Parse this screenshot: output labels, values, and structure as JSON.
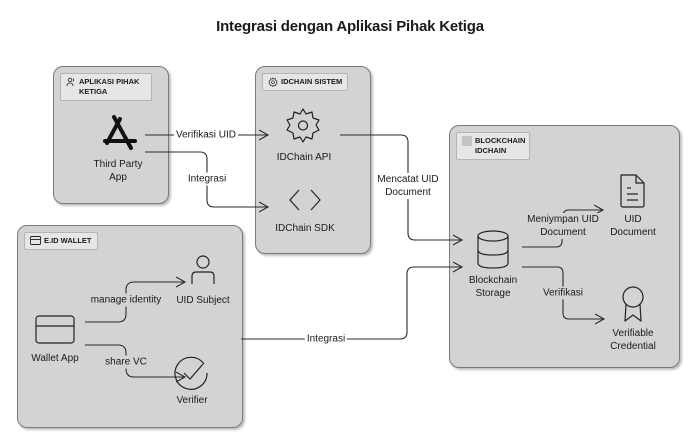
{
  "title": "Integrasi dengan Aplikasi Pihak Ketiga",
  "groups": {
    "third_party": {
      "label_line1": "APLIKASI PIHAK",
      "label_line2": "KETIGA",
      "icon": "users-icon"
    },
    "idchain": {
      "label": "IDCHAIN SISTEM",
      "icon": "gear-icon"
    },
    "blockchain": {
      "label_line1": "BLOCKCHAIN",
      "label_line2": "IDCHAIN",
      "icon": "square-icon"
    },
    "wallet": {
      "label": "E.ID WALLET",
      "icon": "card-icon"
    }
  },
  "nodes": {
    "third_party_app": {
      "line1": "Third Party",
      "line2": "App",
      "icon": "app-store-icon"
    },
    "idchain_api": {
      "label": "IDChain API",
      "icon": "gear-icon"
    },
    "idchain_sdk": {
      "label": "IDChain SDK",
      "icon": "code-brackets-icon"
    },
    "blockchain_storage": {
      "line1": "Blockchain",
      "line2": "Storage",
      "icon": "database-icon"
    },
    "uid_document": {
      "line1": "UID",
      "line2": "Document",
      "icon": "document-icon"
    },
    "verifiable_credential": {
      "line1": "Verifiable",
      "line2": "Credential",
      "icon": "award-icon"
    },
    "wallet_app": {
      "label": "Wallet App",
      "icon": "card-icon"
    },
    "uid_subject": {
      "label": "UID Subject",
      "icon": "user-icon"
    },
    "verifier": {
      "label": "Verifier",
      "icon": "check-circle-icon"
    }
  },
  "edges": {
    "verifikasi_uid": "Verifikasi UID",
    "integrasi_sdk": "Integrasi",
    "mencatat_line1": "Mencatat UID",
    "mencatat_line2": "Document",
    "menyimpan_line1": "Meniympan UID",
    "menyimpan_line2": "Document",
    "verifikasi": "Verifikasi",
    "manage_identity": "manage identity",
    "share_vc": "share VC",
    "integrasi_wallet": "Integrasi"
  }
}
